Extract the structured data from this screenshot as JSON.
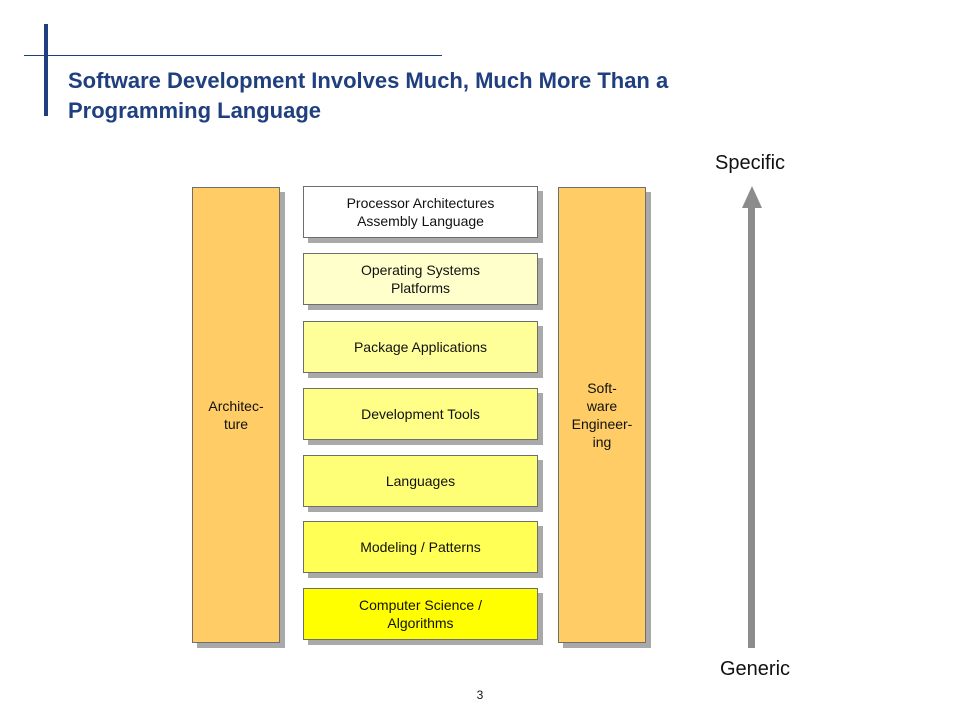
{
  "title": {
    "line1": "Software Development Involves Much, Much More Than a",
    "line2": "Programming Language"
  },
  "left_column": {
    "line1": "Architec-",
    "line2": "ture"
  },
  "right_column": {
    "line1": "Soft-",
    "line2": "ware",
    "line3": "Engineer-",
    "line4": "ing"
  },
  "layers": [
    {
      "line1": "Processor Architectures",
      "line2": "Assembly Language",
      "color": "#ffffff"
    },
    {
      "line1": "Operating Systems",
      "line2": "Platforms",
      "color": "#ffffcc"
    },
    {
      "line1": "Package Applications",
      "line2": "",
      "color": "#ffff99"
    },
    {
      "line1": "Development Tools",
      "line2": "",
      "color": "#ffff88"
    },
    {
      "line1": "Languages",
      "line2": "",
      "color": "#ffff77"
    },
    {
      "line1": "Modeling / Patterns",
      "line2": "",
      "color": "#ffff55"
    },
    {
      "line1": "Computer Science /",
      "line2": "Algorithms",
      "color": "#ffff00"
    }
  ],
  "axis": {
    "top_label": "Specific",
    "bottom_label": "Generic"
  },
  "page_number": "3",
  "colors": {
    "accent": "#1f3f7f",
    "column_fill": "#ffcc66",
    "arrow": "#8c8c8c"
  }
}
